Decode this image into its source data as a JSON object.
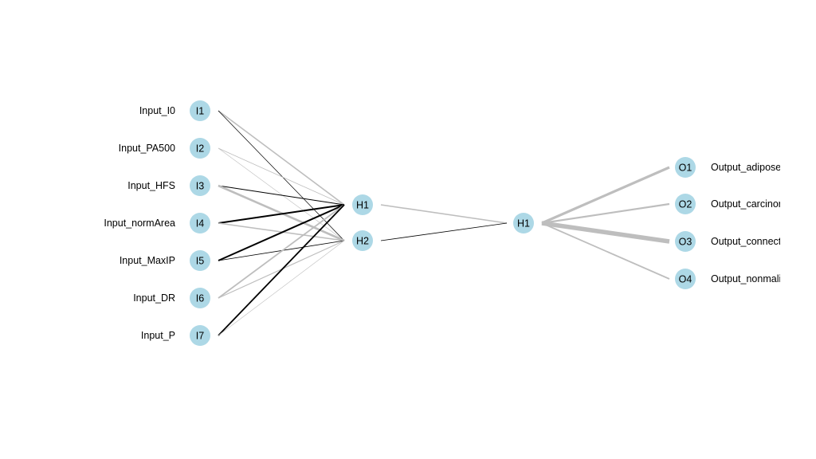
{
  "network": {
    "input_labels": [
      "Input_I0",
      "Input_PA500",
      "Input_HFS",
      "Input_normArea",
      "Input_MaxIP",
      "Input_DR",
      "Input_P"
    ],
    "input_nodes": [
      "I1",
      "I2",
      "I3",
      "I4",
      "I5",
      "I6",
      "I7"
    ],
    "hidden1_nodes": [
      "H1",
      "H2"
    ],
    "hidden2_nodes": [
      "H1"
    ],
    "output_nodes": [
      "O1",
      "O2",
      "O3",
      "O4"
    ],
    "output_labels": [
      "Output_adipose",
      "Output_carcinor",
      "Output_connect",
      "Output_nonmali"
    ],
    "node_color": "#add8e6",
    "positive_color": "#000000",
    "negative_color": "#bebebe"
  }
}
